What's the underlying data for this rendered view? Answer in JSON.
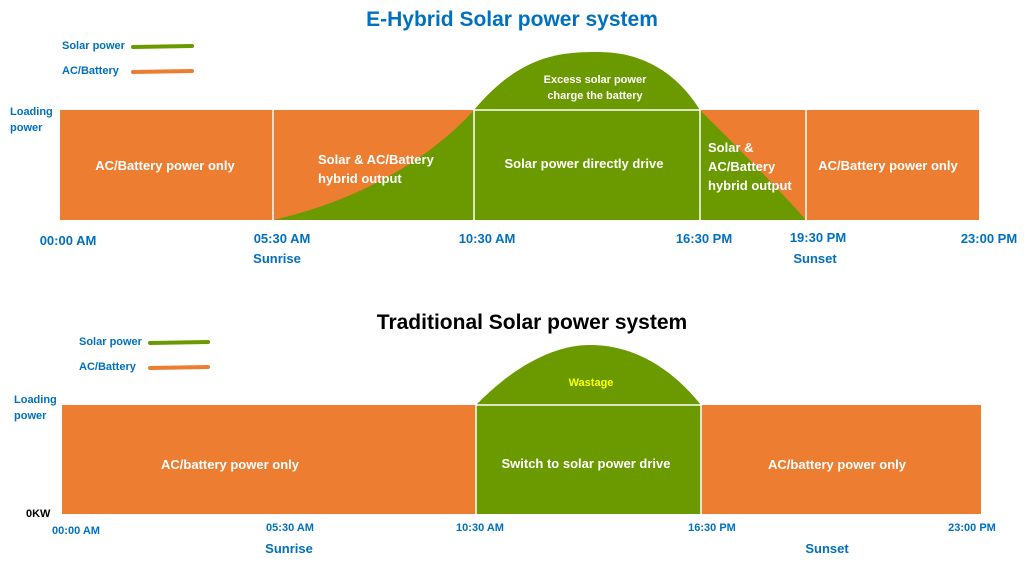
{
  "colors": {
    "solar": "#6a9a00",
    "ac": "#ed7d31",
    "blue": "#0070c0",
    "white": "#ffffff",
    "yellow": "#ffff00"
  },
  "hybrid": {
    "title": "E-Hybrid Solar power system",
    "legend": {
      "solar": "Solar power",
      "ac": "AC/Battery"
    },
    "y_label_line1": "Loading",
    "y_label_line2": "power",
    "segments": {
      "ac_only_1": "AC/Battery power only",
      "hybrid_1_line1": "Solar & AC/Battery",
      "hybrid_1_line2": "hybrid output",
      "direct": "Solar power directly drive",
      "hybrid_2_line1": "Solar &",
      "hybrid_2_line2": "AC/Battery",
      "hybrid_2_line3": "hybrid output",
      "ac_only_2": "AC/Battery power only"
    },
    "excess_line1": "Excess solar power",
    "excess_line2": "charge the battery",
    "times": [
      "00:00 AM",
      "05:30 AM",
      "10:30 AM",
      "16:30 PM",
      "19:30 PM",
      "23:00 PM"
    ],
    "sunrise": "Sunrise",
    "sunset": "Sunset"
  },
  "traditional": {
    "title": "Traditional Solar power system",
    "legend": {
      "solar": "Solar power",
      "ac": "AC/Battery"
    },
    "y_label_line1": "Loading",
    "y_label_line2": "power",
    "zero_label": "0KW",
    "segments": {
      "ac_only_1": "AC/battery power only",
      "switch": "Switch to solar power drive",
      "ac_only_2": "AC/battery power only"
    },
    "wastage": "Wastage",
    "times": [
      "00:00 AM",
      "05:30 AM",
      "10:30 AM",
      "16:30 PM",
      "23:00 PM"
    ],
    "sunrise": "Sunrise",
    "sunset": "Sunset"
  }
}
